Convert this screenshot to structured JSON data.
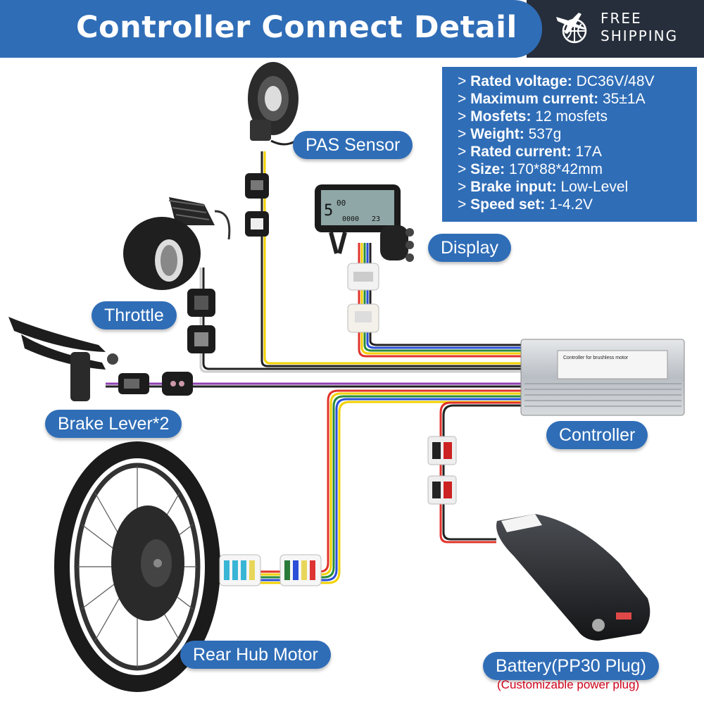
{
  "header": {
    "title": "Controller Connect Detail",
    "shipping_line1": "FREE",
    "shipping_line2": "SHIPPING"
  },
  "specs": [
    {
      "label": "Rated voltage:",
      "value": "DC36V/48V"
    },
    {
      "label": "Maximum current:",
      "value": "35±1A"
    },
    {
      "label": "Mosfets:",
      "value": "12 mosfets"
    },
    {
      "label": "Weight:",
      "value": "537g"
    },
    {
      "label": "Rated current:",
      "value": "17A"
    },
    {
      "label": "Size:",
      "value": "170*88*42mm"
    },
    {
      "label": "Brake input:",
      "value": " Low-Level"
    },
    {
      "label": "Speed set:",
      "value": " 1-4.2V"
    }
  ],
  "labels": {
    "pas_sensor": "PAS Sensor",
    "display": "Display",
    "throttle": "Throttle",
    "brake_lever": "Brake Lever*2",
    "controller": "Controller",
    "rear_hub_motor": "Rear Hub Motor",
    "battery": "Battery(PP30 Plug)",
    "battery_note": "(Customizable power plug)"
  },
  "controller_label_text": "Controller for brushless motor",
  "display_readout": {
    "speed": "5",
    "top_digits": "00",
    "odo": "0000",
    "temp": "23"
  },
  "colors": {
    "accent": "#2f6db7",
    "header_dark": "#262e3b",
    "note_red": "#d0021b"
  }
}
